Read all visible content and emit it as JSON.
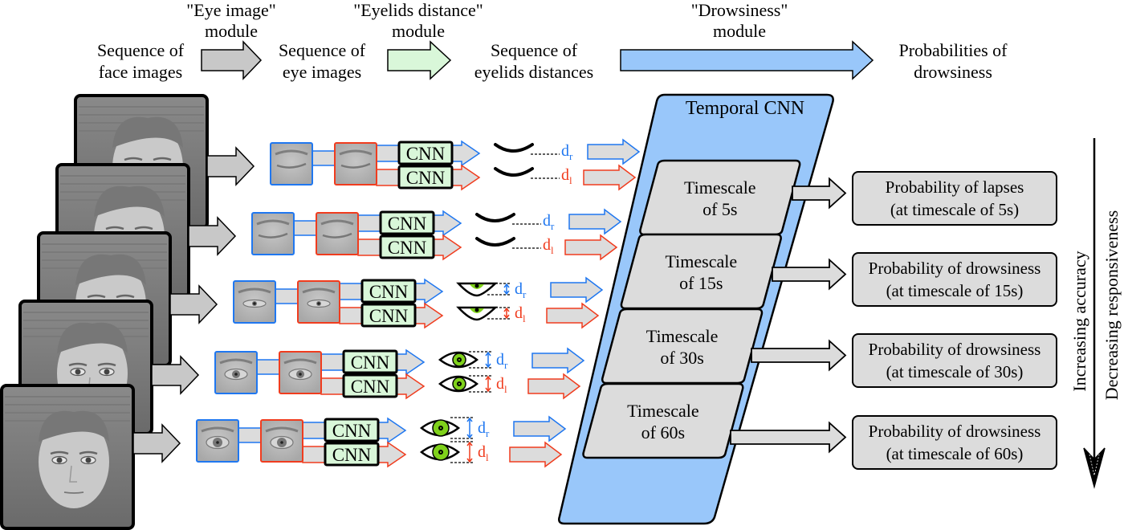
{
  "pipeline": {
    "stages": [
      {
        "line1": "Sequence of",
        "line2": "face images"
      },
      {
        "line1": "Sequence of",
        "line2": "eye images"
      },
      {
        "line1": "Sequence of",
        "line2": "eyelids distances"
      },
      {
        "line1": "Probabilities of",
        "line2": "drowsiness"
      }
    ],
    "modules": [
      {
        "line1": "\"Eye image\"",
        "line2": "module",
        "color": "#c8c8c8"
      },
      {
        "line1": "\"Eyelids distance\"",
        "line2": "module",
        "color": "#d9f7d9"
      },
      {
        "line1": "\"Drowsiness\"",
        "line2": "module",
        "color": "#99c7fa"
      }
    ]
  },
  "rows": [
    {
      "cnn_label": "CNN",
      "right_label": "d",
      "right_sub": "r",
      "left_label": "d",
      "left_sub": "l",
      "eye_state": "closed"
    },
    {
      "cnn_label": "CNN",
      "right_label": "d",
      "right_sub": "r",
      "left_label": "d",
      "left_sub": "l",
      "eye_state": "closed"
    },
    {
      "cnn_label": "CNN",
      "right_label": "d",
      "right_sub": "r",
      "left_label": "d",
      "left_sub": "l",
      "eye_state": "half"
    },
    {
      "cnn_label": "CNN",
      "right_label": "d",
      "right_sub": "r",
      "left_label": "d",
      "left_sub": "l",
      "eye_state": "open"
    },
    {
      "cnn_label": "CNN",
      "right_label": "d",
      "right_sub": "r",
      "left_label": "d",
      "left_sub": "l",
      "eye_state": "wide"
    }
  ],
  "temporal_cnn": {
    "title": "Temporal CNN",
    "timescales": [
      {
        "line1": "Timescale",
        "line2": "of 5s"
      },
      {
        "line1": "Timescale",
        "line2": "of 15s"
      },
      {
        "line1": "Timescale",
        "line2": "of 30s"
      },
      {
        "line1": "Timescale",
        "line2": "of 60s"
      }
    ]
  },
  "outputs": [
    {
      "line1": "Probability of lapses",
      "line2": "(at timescale of 5s)"
    },
    {
      "line1": "Probability of drowsiness",
      "line2": "(at timescale of 15s)"
    },
    {
      "line1": "Probability of drowsiness",
      "line2": "(at timescale of 30s)"
    },
    {
      "line1": "Probability of drowsiness",
      "line2": "(at timescale of 60s)"
    }
  ],
  "side_axis": {
    "label1": "Increasing accuracy",
    "label2": "Decreasing responsiveness"
  },
  "colors": {
    "right_eye": "#1f77f0",
    "left_eye": "#f03c1e",
    "cnn_fill": "#d9f7d9",
    "arrow_gray": "#c8c8c8",
    "arrow_light": "#dcdcdc",
    "temporal_fill": "#99c7fa",
    "box_fill": "#dcdcdc",
    "iris": "#7fd11b"
  }
}
